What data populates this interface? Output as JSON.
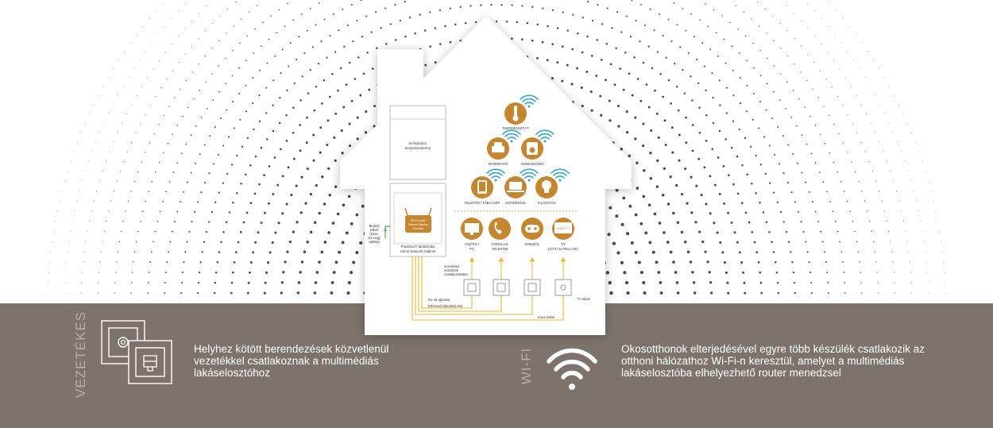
{
  "colors": {
    "band": "#7c746a",
    "accent": "#c8862c",
    "wifi_blue": "#2aa7df",
    "cable_orange": "#f0b429",
    "cable_green": "#4caf50"
  },
  "house": {
    "cabinet_top_label": "Erősáramú elosztószekrény",
    "router_label": "Wi-Fi router Internet Service Provider",
    "cabinet_bottom_label": "Practibox® Multimedia Home Network Cabinet",
    "input_cable_label": "Bejövő kábel (koax, réz vagy optikai)",
    "wired_devices_label": "vezetékes eszközök csatlakoztatása",
    "rj45_label": "RJ-45 aljzatok",
    "ethernet_label": "Ethernet kábelek(LAN)",
    "tv_socket_label": "TV aljzat",
    "coax_label": "Koax kábel",
    "wifi_devices": [
      {
        "name": "THERMOSZTÁT",
        "icon": "thermometer-icon"
      },
      {
        "name": "NYOMTATÓ",
        "icon": "printer-icon"
      },
      {
        "name": "HANGSZÓRÓ",
        "icon": "speaker-icon"
      },
      {
        "name": "TELEFON / TÁBLAGÉP",
        "icon": "tablet-icon"
      },
      {
        "name": "NOTEBOOK",
        "icon": "laptop-icon"
      },
      {
        "name": "VILÁGÍTÁS",
        "icon": "lightbulb-icon"
      }
    ],
    "wired_devices": [
      {
        "name": "ASZTALI PC",
        "icon": "monitor-icon"
      },
      {
        "name": "VONALAS TELEFON",
        "icon": "phone-icon"
      },
      {
        "name": "KONZOL",
        "icon": "gamepad-icon"
      },
      {
        "name": "TV (OTT/ SATELLITE)",
        "icon": "smart-tv-icon",
        "screen_text": "SMART TV"
      }
    ]
  },
  "wired_section": {
    "title": "VEZETÉKES",
    "text": "Helyhez kötött berendezések közvetlenül vezetékkel csatlakoznak a multimédiás lakáselosztóhoz",
    "icon": "wall-socket-icon"
  },
  "wifi_section": {
    "title": "WI-FI",
    "text": "Okosotthonok elterjedésével egyre több készülék csatlakozik az otthoni hálózathoz Wi-Fi-n keresztül, amelyet a multimédiás lakáselosztóba elhelyezhető router menedzsel",
    "icon": "wifi-icon"
  }
}
